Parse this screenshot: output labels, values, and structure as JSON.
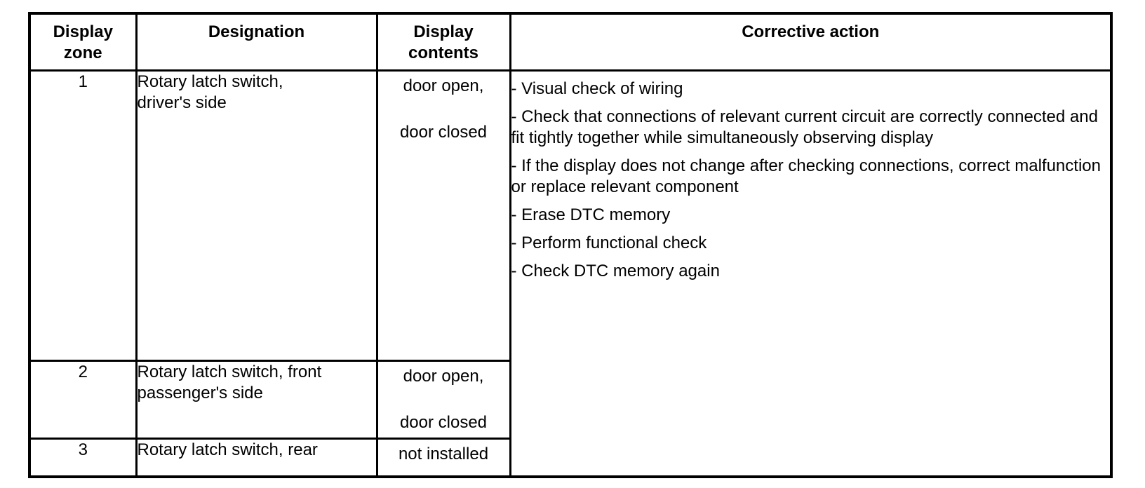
{
  "page": {
    "background_color": "#ffffff",
    "text_color": "#000000",
    "border_color": "#000000"
  },
  "table": {
    "header": {
      "display_zone": "Display zone",
      "designation": "Designation",
      "display_contents": "Display contents",
      "corrective_action": "Corrective action"
    },
    "rows": [
      {
        "zone": "1",
        "designation_lines": [
          "Rotary latch switch,",
          "driver's side"
        ],
        "contents_lines": [
          "door open,",
          "door closed"
        ]
      },
      {
        "zone": "2",
        "designation_lines": [
          "Rotary latch switch, front",
          "passenger's side"
        ],
        "contents_lines": [
          "door open,",
          "door closed"
        ]
      },
      {
        "zone": "3",
        "designation_lines": [
          "Rotary latch switch, rear"
        ],
        "contents_lines": [
          "not installed"
        ]
      }
    ],
    "corrective_actions": [
      "- Visual check of wiring",
      "- Check that connections of relevant current circuit are correctly connected and fit tightly together while simultaneously observing display",
      "- If the display does not change after checking connections, correct malfunction or replace relevant component",
      "- Erase DTC memory",
      "- Perform functional check",
      "- Check DTC memory again"
    ]
  }
}
